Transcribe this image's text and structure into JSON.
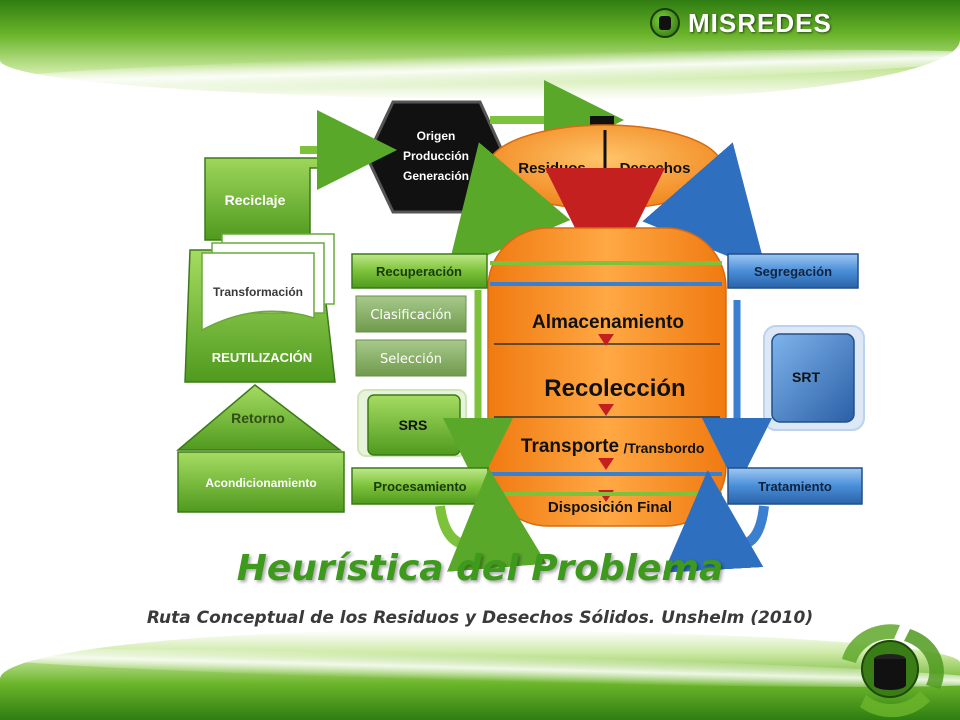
{
  "brand": {
    "name": "MISREDES"
  },
  "diagram": {
    "hexagon": {
      "line1": "Origen",
      "line2": "Producción",
      "line3": "Generación"
    },
    "top_oval": {
      "left": "Residuos",
      "right": "Desechos"
    },
    "reciclaje": "Reciclaje",
    "transformacion": "Transformación",
    "reutilizacion": "REUTILIZACIÓN",
    "retorno": "Retorno",
    "acondicionamiento": "Acondicionamiento",
    "recuperacion": "Recuperación",
    "segregacion": "Segregación",
    "clasificacion": "Clasificación",
    "seleccion": "Selección",
    "srs": "SRS",
    "srt": "SRT",
    "procesamiento": "Procesamiento",
    "tratamiento": "Tratamiento",
    "stages": {
      "almacenamiento": "Almacenamiento",
      "recoleccion": "Recolección",
      "transporte": "Transporte",
      "transbordo": "/Transbordo",
      "disposicion": "Disposición  Final"
    }
  },
  "caption": {
    "title": "Heurística del Problema",
    "subtitle": "Ruta Conceptual de los Residuos y Desechos Sólidos. Unshelm (2010)"
  },
  "colors": {
    "green": "#6ab42f",
    "dark_green": "#3f7f1a",
    "orange": "#f28c1e",
    "blue": "#3a7fd0",
    "red": "#d22a2a"
  }
}
